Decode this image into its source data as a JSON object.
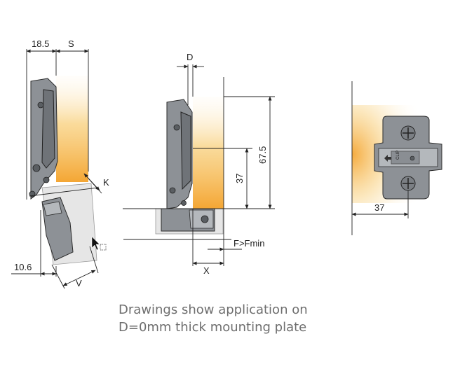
{
  "dimensions": {
    "left_top_a": "18.5",
    "left_top_b": "S",
    "left_side_k": "K",
    "left_bottom_a": "10.6",
    "left_bottom_b": "V",
    "mid_top_d": "D",
    "mid_height_37": "37",
    "mid_height_675": "67.5",
    "mid_force": "F>Fmin",
    "mid_bottom_x": "X",
    "right_bottom_37": "37"
  },
  "caption": {
    "line1": "Drawings show application on",
    "line2": "D=0mm thick mounting plate"
  },
  "plate_label": "CLIP",
  "colors": {
    "door_wood": "#f2a83a",
    "metal": "#8d9196",
    "caption": "#6e6e6e"
  }
}
